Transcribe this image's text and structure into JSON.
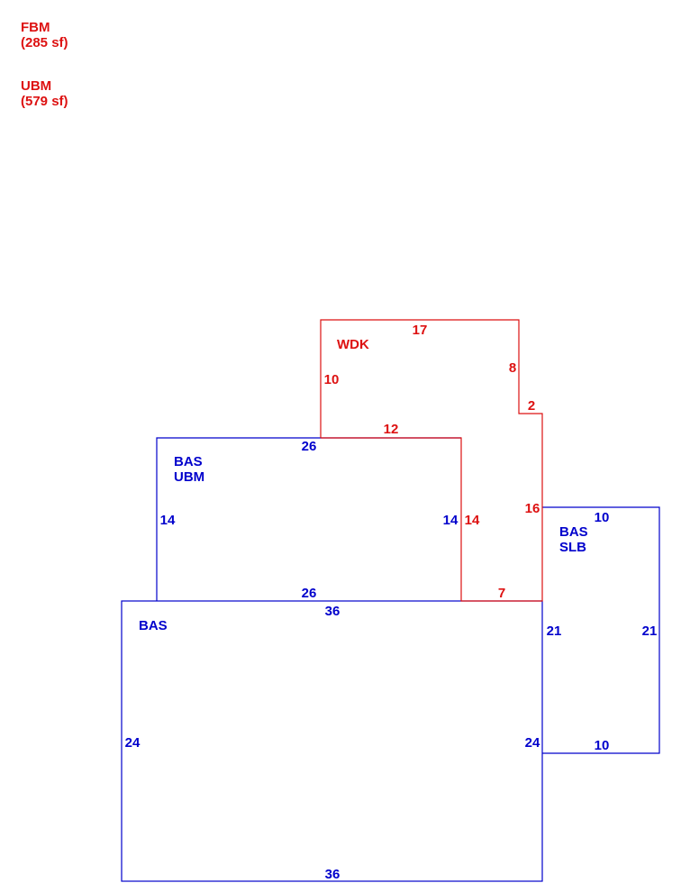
{
  "colors": {
    "red": "#dd1111",
    "blue": "#0000cc",
    "background": "#ffffff"
  },
  "legend": [
    {
      "code": "FBM",
      "area": "(285 sf)"
    },
    {
      "code": "UBM",
      "area": "(579 sf)"
    }
  ],
  "sections": {
    "wdk": {
      "name": "WDK",
      "dims": [
        "17",
        "8",
        "2",
        "16",
        "7",
        "14",
        "12",
        "10"
      ]
    },
    "bas_ubm": {
      "name": "BAS",
      "sub": "UBM",
      "dims": [
        "26",
        "14",
        "26",
        "14"
      ]
    },
    "bas_slb": {
      "name": "BAS",
      "sub": "SLB",
      "dims": [
        "10",
        "21",
        "10",
        "21"
      ]
    },
    "bas_main": {
      "name": "BAS",
      "dims": [
        "36",
        "24",
        "36",
        "24"
      ]
    }
  }
}
